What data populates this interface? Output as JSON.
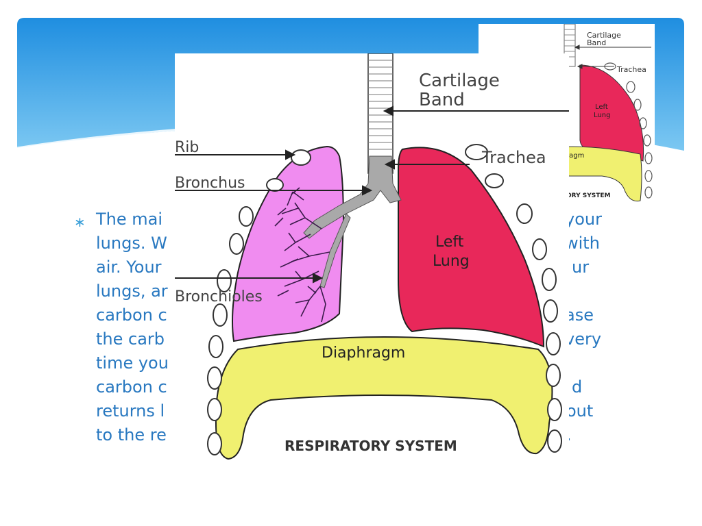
{
  "slide": {
    "bullet_lines": [
      "The mai",
      "lungs. W",
      "air. Your",
      "lungs, ar",
      "carbon c",
      "the carb",
      "time you",
      "carbon c",
      "returns l",
      "to the re"
    ],
    "bullet_line_tails": [
      "your",
      "with",
      "ur",
      "",
      "ase",
      "very",
      "",
      "d",
      "out",
      "."
    ],
    "bullet_symbol": "∗"
  },
  "diagram": {
    "labels": {
      "cartilage_band_1": "Cartilage",
      "cartilage_band_2": "Band",
      "trachea": "Trachea",
      "rib": "Rib",
      "bronchus": "Bronchus",
      "bronchioles": "Bronchioles",
      "left_lung_1": "Left",
      "left_lung_2": "Lung",
      "diaphragm": "Diaphragm",
      "caption": "RESPIRATORY SYSTEM"
    },
    "colors": {
      "right_lung": "#f08cf0",
      "left_lung": "#e8285a",
      "diaphragm": "#f0f070",
      "airway": "#a9a9a9"
    }
  },
  "thumbnail": {
    "labels": {
      "cartilage_band_1": "Cartilage",
      "cartilage_band_2": "Band",
      "trachea": "Trachea",
      "left_lung_1": "Left",
      "left_lung_2": "Lung",
      "diaphragm_partial": "ragm",
      "caption_partial": "ORY SYSTEM"
    }
  }
}
